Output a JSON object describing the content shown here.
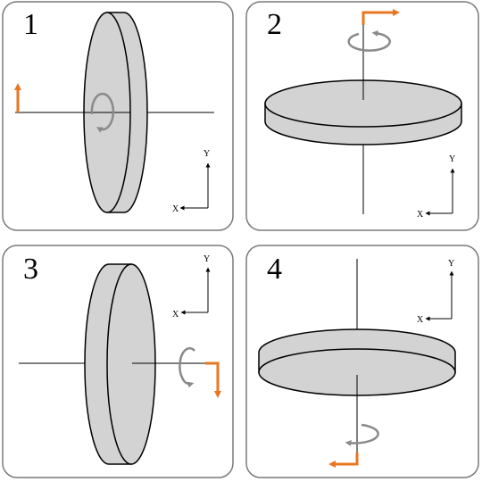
{
  "colors": {
    "disc_face": "#d3d3d3",
    "disc_outline": "#000000",
    "panel_border": "#7a7a7a",
    "arrow_orange": "#e87722",
    "rotation_gray": "#8a8a8a"
  },
  "panels": [
    {
      "number": "1",
      "axis_x": "X",
      "axis_y": "Y"
    },
    {
      "number": "2",
      "axis_x": "X",
      "axis_y": "Y"
    },
    {
      "number": "3",
      "axis_x": "X",
      "axis_y": "Y"
    },
    {
      "number": "4",
      "axis_x": "X",
      "axis_y": "Y"
    }
  ]
}
